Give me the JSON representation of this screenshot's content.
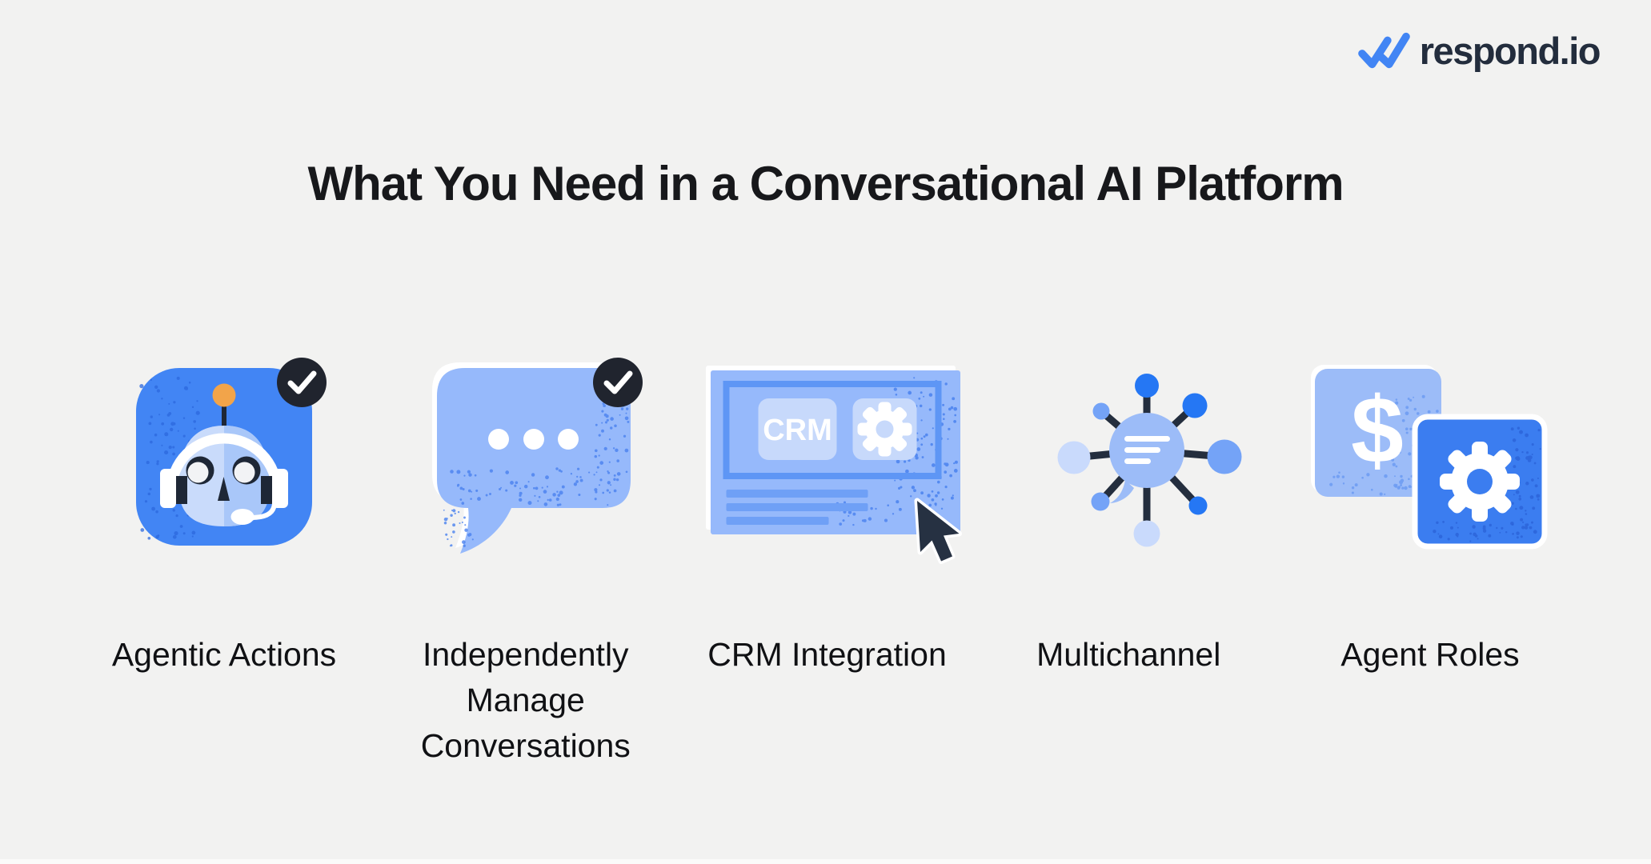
{
  "page": {
    "title": "What You Need in a Conversational AI Platform",
    "background": "#F2F2F1"
  },
  "logo": {
    "text": "respond.io",
    "icon": "double-check-icon",
    "icon_color": "#4285F4",
    "text_color": "#232D3D"
  },
  "features": [
    {
      "label": "Agentic Actions",
      "icon": "robot-support-agent-icon",
      "checked": true
    },
    {
      "label": "Independently Manage Conversations",
      "icon": "chat-bubble-typing-icon",
      "checked": true
    },
    {
      "label": "CRM Integration",
      "icon": "crm-window-cursor-icon",
      "checked": false,
      "chip_text": "CRM"
    },
    {
      "label": "Multichannel",
      "icon": "channel-hub-icon",
      "checked": false
    },
    {
      "label": "Agent Roles",
      "icon": "dollar-gear-icon",
      "checked": false
    }
  ],
  "colors": {
    "bright_blue": "#4285F4",
    "hub_bright_blue": "#2577F4",
    "light_blue": "#96B9FB",
    "pale_blue": "#C7D9FB",
    "periwinkle": "#9CBCF8",
    "medium_blue": "#74A3F7",
    "front_square_blue": "#3B7DF0",
    "line_blue": "#6FA0F6",
    "header_border_blue": "#5E96F5",
    "speckle_blue": "#2C68DE",
    "dark_navy": "#232D3D",
    "badge_black": "#20242E",
    "antenna_orange": "#F2A44A",
    "white": "#FFFFFF"
  }
}
